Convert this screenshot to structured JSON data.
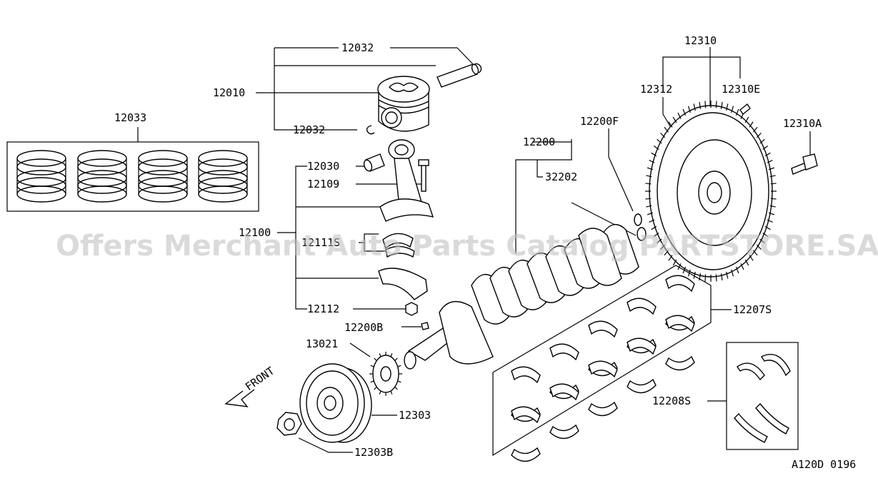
{
  "watermark": "Offers Merchant Auto Parts Catalog PARTSTORE.SA",
  "figure_id": "A120D 0196",
  "front_label": "FRONT",
  "callouts": {
    "c12032_top": "12032",
    "c12010": "12010",
    "c12032_bottom": "12032",
    "c12033": "12033",
    "c12030": "12030",
    "c12109": "12109",
    "c12100": "12100",
    "c12111s": "12111S",
    "c12112": "12112",
    "c12200b": "12200B",
    "c13021": "13021",
    "c12303": "12303",
    "c12303b": "12303B",
    "c12200": "12200",
    "c32202": "32202",
    "c12200f": "12200F",
    "c12310": "12310",
    "c12312": "12312",
    "c12310e": "12310E",
    "c12310a": "12310A",
    "c12207s": "12207S",
    "c12208s": "12208S"
  }
}
